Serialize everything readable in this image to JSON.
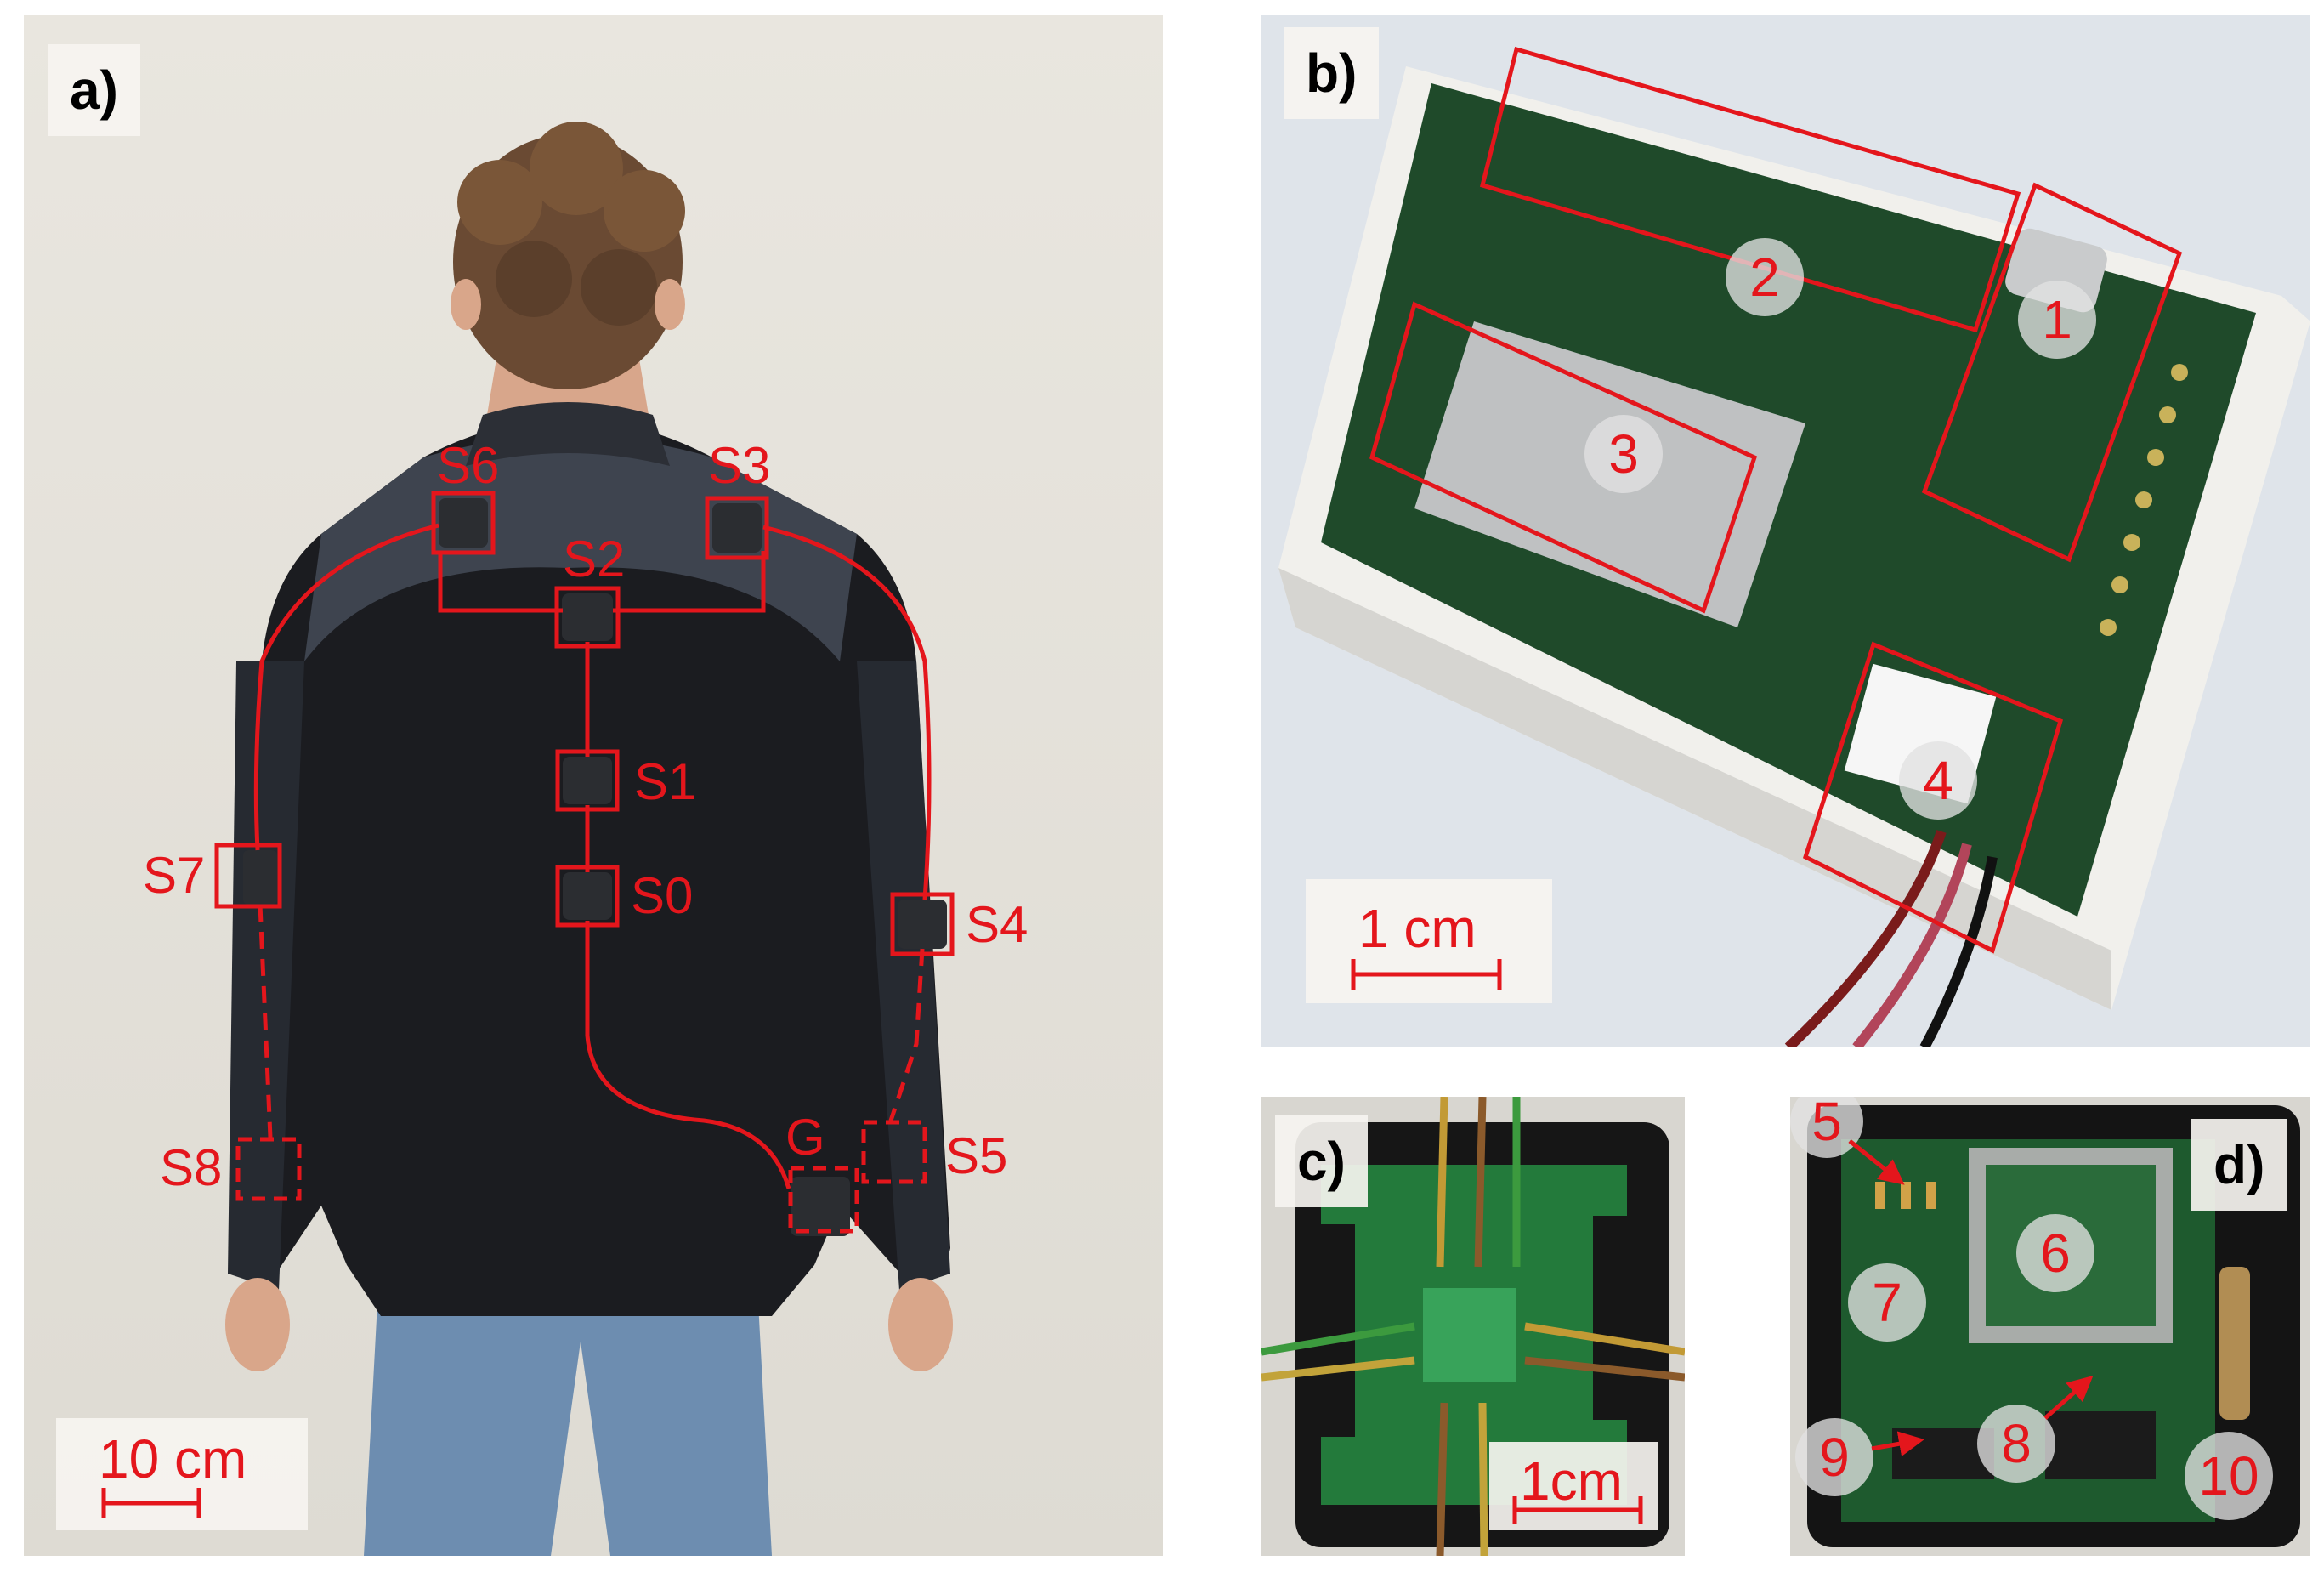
{
  "panels": {
    "a": {
      "letter": "a)",
      "sensors": [
        "S6",
        "S3",
        "S2",
        "S1",
        "S0",
        "S7",
        "S4",
        "S8",
        "S5",
        "G"
      ],
      "scale": "10 cm"
    },
    "b": {
      "letter": "b)",
      "modules": [
        "1",
        "2",
        "3",
        "4"
      ],
      "scale": "1 cm"
    },
    "c": {
      "letter": "c)",
      "scale": "1cm"
    },
    "d": {
      "letter": "d)",
      "components": [
        "5",
        "6",
        "7",
        "8",
        "9",
        "10"
      ]
    }
  },
  "colors": {
    "annotation": "#e4161c",
    "wall": "#ece9e2",
    "jacket": "#1a1b1e",
    "pcb": "#1f4a2a",
    "enclosure": "#f3f2ee"
  }
}
